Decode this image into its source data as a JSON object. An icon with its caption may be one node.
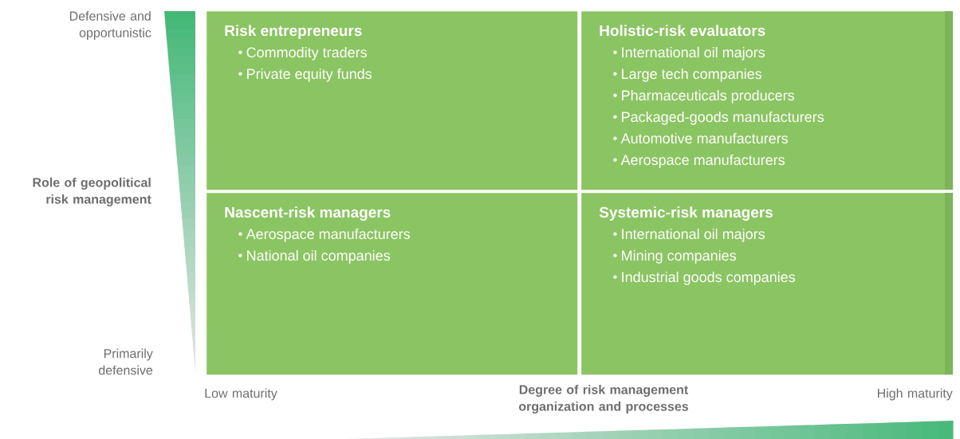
{
  "diagram": {
    "nodes": [
      {
        "text": [
          "Risk entrepreneurs",
          "Commodity traders",
          "Private equity funds"
        ]
      },
      {
        "text": [
          "Holistic-risk evaluators",
          "International oil majors",
          "Large tech companies",
          "Pharmaceuticals producers",
          "Packaged-goods manufacturers",
          "Automotive manufacturers",
          "Aerospace manufacturers"
        ]
      },
      {
        "text": [
          "Nascent-risk managers",
          "Aerospace manufacturers",
          "National oil companies"
        ]
      },
      {
        "text": [
          "Systemic-risk managers",
          "International oil majors",
          "Mining companies",
          "Industrial goods companies"
        ]
      }
    ],
    "labels": [
      "Defensive and opportunistic",
      "Role of geopolitical risk management",
      "Primarily defensive",
      "Low maturity",
      "Degree of risk management organization and processes",
      "High maturity"
    ]
  }
}
